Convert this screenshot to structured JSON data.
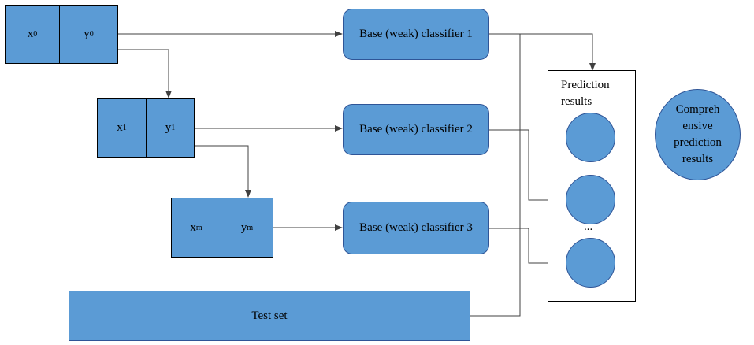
{
  "training_pairs": [
    {
      "x_base": "x",
      "x_sub": "0",
      "y_base": "y",
      "y_sub": "0"
    },
    {
      "x_base": "x",
      "x_sub": "1",
      "y_base": "y",
      "y_sub": "1"
    },
    {
      "x_base": "x",
      "x_sub": "m",
      "y_base": "y",
      "y_sub": "m"
    }
  ],
  "classifiers": [
    {
      "label": "Base (weak) classifier 1"
    },
    {
      "label": "Base (weak) classifier 2"
    },
    {
      "label": "Base (weak) classifier 3"
    }
  ],
  "test_set": {
    "label": "Test set"
  },
  "prediction_results": {
    "title": "Prediction results",
    "ellipsis": "..."
  },
  "comprehensive": {
    "label": "Compreh ensive prediction results"
  },
  "colors": {
    "node_fill": "#5b9bd5",
    "node_border": "#2f5597",
    "line": "#404040"
  }
}
